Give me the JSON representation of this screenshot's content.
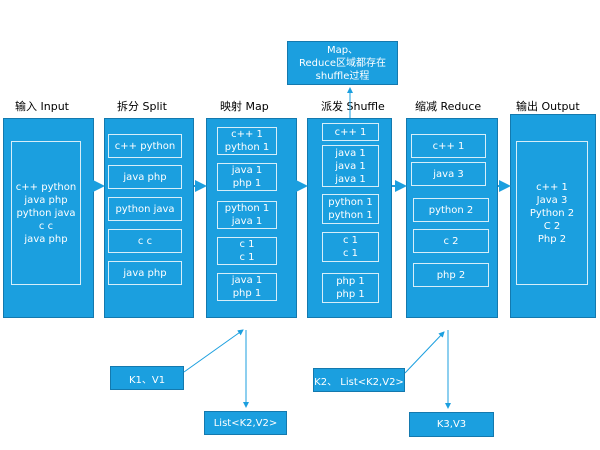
{
  "stages": [
    {
      "title": "输入 Input",
      "boxes": [
        [
          "c++ python",
          "java php",
          "python java",
          "c c",
          "java php"
        ]
      ]
    },
    {
      "title": "拆分 Split",
      "boxes": [
        [
          "c++ python"
        ],
        [
          "java php"
        ],
        [
          "python java"
        ],
        [
          "c c"
        ],
        [
          "java php"
        ]
      ]
    },
    {
      "title": "映射 Map",
      "boxes": [
        [
          "c++ 1",
          "python 1"
        ],
        [
          "java 1",
          "php 1"
        ],
        [
          "python 1",
          "java 1"
        ],
        [
          "c 1",
          "c 1"
        ],
        [
          "java 1",
          "php 1"
        ]
      ]
    },
    {
      "title": "派发 Shuffle",
      "boxes": [
        [
          "c++ 1"
        ],
        [
          "java 1",
          "java 1",
          "java 1"
        ],
        [
          "python 1",
          "python 1"
        ],
        [
          "c 1",
          "c 1"
        ],
        [
          "php 1",
          "php 1"
        ]
      ]
    },
    {
      "title": "缩减 Reduce",
      "boxes": [
        [
          "c++ 1"
        ],
        [
          "java 3"
        ],
        [
          "python 2"
        ],
        [
          "c 2"
        ],
        [
          "php 2"
        ]
      ]
    },
    {
      "title": "输出 Output",
      "boxes": [
        [
          "c++ 1",
          "Java 3",
          "Python 2",
          "C 2",
          "Php 2"
        ]
      ]
    }
  ],
  "notes": {
    "shuffle_note": [
      "Map、",
      "Reduce区域都存在",
      "shuffle过程"
    ],
    "k1v1": "K1、V1",
    "list_k2v2": "List<K2,V2>",
    "k2_list": "K2、 List<K2,V2>",
    "k3v3": "K3,V3"
  }
}
